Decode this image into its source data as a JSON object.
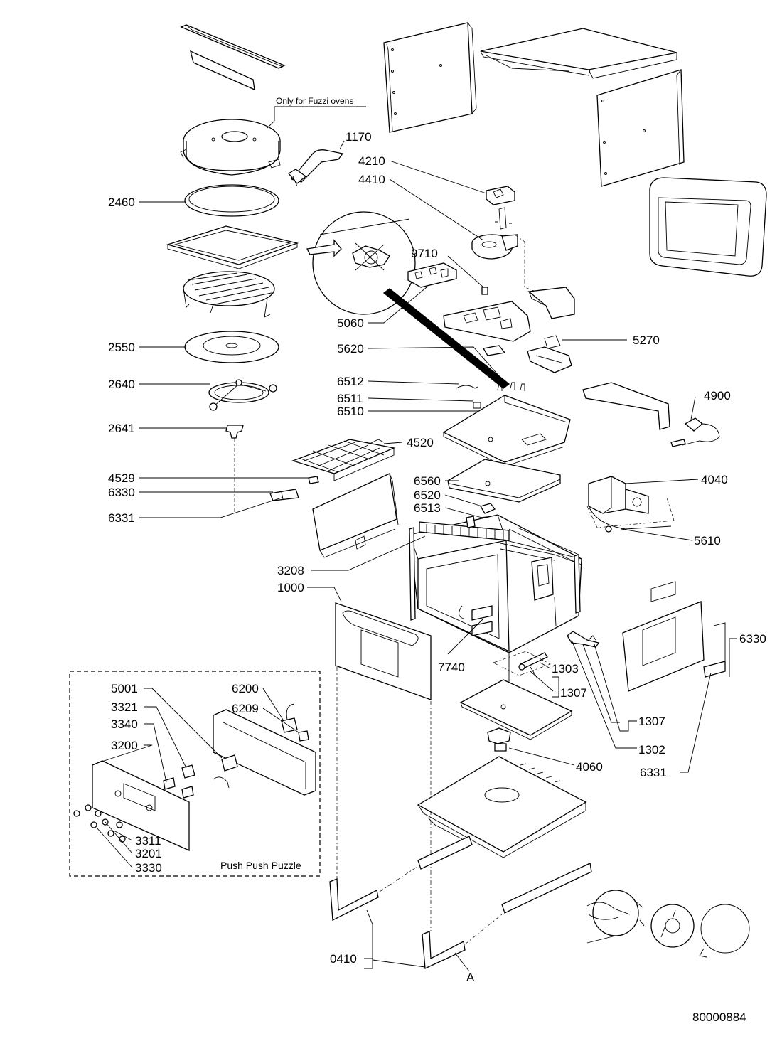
{
  "notes": {
    "fuzzi": "Only for Fuzzi ovens",
    "inset_title": "Push Push Puzzle",
    "drawing_number": "80000884",
    "view_marker": "A"
  },
  "labels": {
    "l1170": "1170",
    "l4210": "4210",
    "l4410": "4410",
    "l2460": "2460",
    "l9710": "9710",
    "l5060": "5060",
    "l2550": "2550",
    "l5620": "5620",
    "l5270": "5270",
    "l2640": "2640",
    "l6512": "6512",
    "l6511": "6511",
    "l6510": "6510",
    "l4900": "4900",
    "l2641": "2641",
    "l4520": "4520",
    "l4529": "4529",
    "l6330a": "6330",
    "l6331a": "6331",
    "l6560": "6560",
    "l6520": "6520",
    "l6513": "6513",
    "l4040": "4040",
    "l5610": "5610",
    "l3208": "3208",
    "l1000": "1000",
    "l7740": "7740",
    "l1303": "1303",
    "l1307a": "1307",
    "l1307b": "1307",
    "l1302": "1302",
    "l6330b": "6330",
    "l6331b": "6331",
    "l4060": "4060",
    "l5001": "5001",
    "l3321": "3321",
    "l3340": "3340",
    "l3200": "3200",
    "l6200": "6200",
    "l6209": "6209",
    "l3311": "3311",
    "l3201": "3201",
    "l3330": "3330",
    "l0410": "0410"
  }
}
